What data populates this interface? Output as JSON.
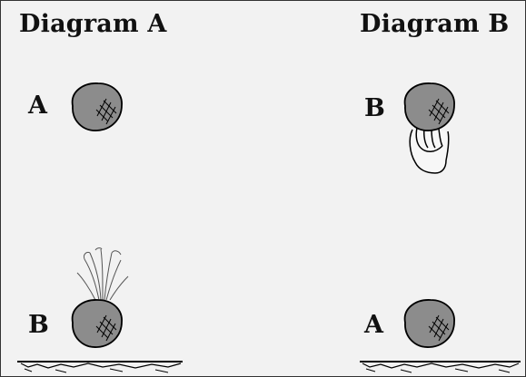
{
  "diagram_a": {
    "heading": "Diagram A",
    "top_label": "A",
    "bottom_label": "B"
  },
  "diagram_b": {
    "heading": "Diagram B",
    "top_label": "B",
    "bottom_label": "A"
  },
  "colors": {
    "ball_fill": "#8c8c8c",
    "ball_outline": "#000000",
    "background": "#f2f2f2"
  }
}
